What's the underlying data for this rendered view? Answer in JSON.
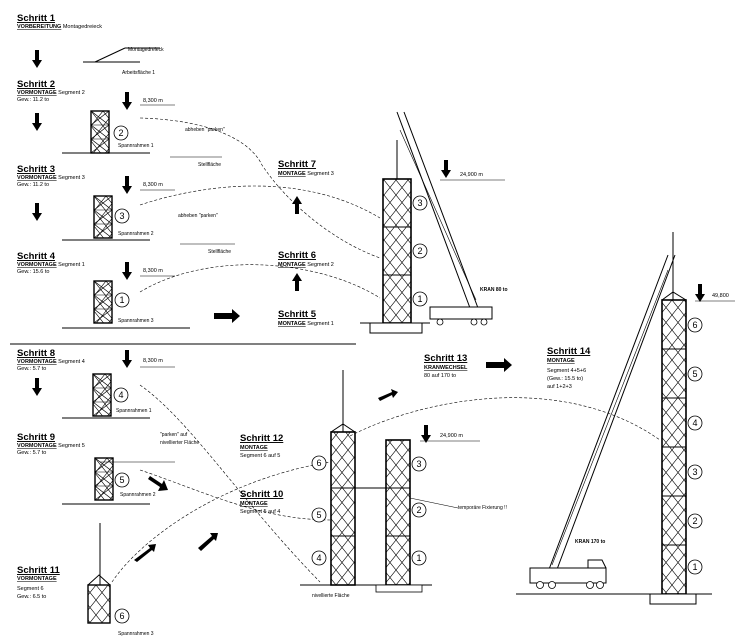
{
  "steps": {
    "s1": {
      "title": "Schritt 1",
      "phase": "VORBEREITUNG",
      "desc": "Montagedreieck",
      "lbl1": "Montagedreieck",
      "lbl2": "Arbeitsfläche 1"
    },
    "s2": {
      "title": "Schritt 2",
      "phase": "VORMONTAGE",
      "desc": "Segment 2",
      "weight": "Gew.: 11.2 to",
      "elev": "8,300 m",
      "jig": "Spannrahmen 1",
      "seg": "2"
    },
    "s3": {
      "title": "Schritt 3",
      "phase": "VORMONTAGE",
      "desc": "Segment 3",
      "weight": "Gew.: 11.2 to",
      "elev": "8,300 m",
      "jig": "Spannrahmen 2",
      "seg": "3"
    },
    "s4": {
      "title": "Schritt 4",
      "phase": "VORMONTAGE",
      "desc": "Segment 1",
      "weight": "Gew.: 15.6 to",
      "elev": "8,300 m",
      "jig": "Spannrahmen 3",
      "seg": "1"
    },
    "s5": {
      "title": "Schritt 5",
      "phase": "MONTAGE",
      "desc": "Segment 1"
    },
    "s6": {
      "title": "Schritt 6",
      "phase": "MONTAGE",
      "desc": "Segment 2"
    },
    "s7": {
      "title": "Schritt 7",
      "phase": "MONTAGE",
      "desc": "Segment 3"
    },
    "s8": {
      "title": "Schritt 8",
      "phase": "VORMONTAGE",
      "desc": "Segment 4",
      "weight": "Gew.: 5.7 to",
      "elev": "8,300 m",
      "jig": "Spannrahmen 1",
      "seg": "4"
    },
    "s9": {
      "title": "Schritt 9",
      "phase": "VORMONTAGE",
      "desc": "Segment 5",
      "weight": "Gew.: 5.7 to",
      "jig": "Spannrahmen 2",
      "seg": "5"
    },
    "s10": {
      "title": "Schritt 10",
      "phase": "MONTAGE",
      "desc": "Segment 5 auf 4"
    },
    "s11": {
      "title": "Schritt 11",
      "phase": "VORMONTAGE",
      "desc": "Segment 6",
      "weight": "Gew.: 6.5 to",
      "jig": "Spannrahmen 3",
      "seg": "6"
    },
    "s12": {
      "title": "Schritt 12",
      "phase": "MONTAGE",
      "desc": "Segment 6 auf 5"
    },
    "s13": {
      "title": "Schritt 13",
      "phase": "KRANWECHSEL",
      "desc": "80 auf 170 to"
    },
    "s14": {
      "title": "Schritt 14",
      "phase": "MONTAGE",
      "desc": "Segment 4+5+6",
      "weight": "(Gew.: 15.5 to)",
      "extra": "auf 1+2+3"
    }
  },
  "annotations": {
    "park1": "abheben \"parken\"",
    "park2": "abheben \"parken\"",
    "park3": "\"parken\" auf",
    "park3b": "nivellierter Fläche",
    "stellf1": "Stellfläche",
    "stellf2": "Stellfläche",
    "tower1_elev": "24,900 m",
    "tower2_elev": "24,900 m",
    "tower3_elev": "49,800",
    "crane1": "KRAN 80 to",
    "crane2": "KRAN 170 to",
    "bracing": "temporäre Fixierung !!",
    "ground": "nivellierte Fläche"
  },
  "segments": {
    "t1": [
      "1",
      "2",
      "3"
    ],
    "t2a": [
      "4",
      "5",
      "6"
    ],
    "t2b": [
      "1",
      "2",
      "3"
    ],
    "t3": [
      "1",
      "2",
      "3",
      "4",
      "5",
      "6"
    ]
  }
}
